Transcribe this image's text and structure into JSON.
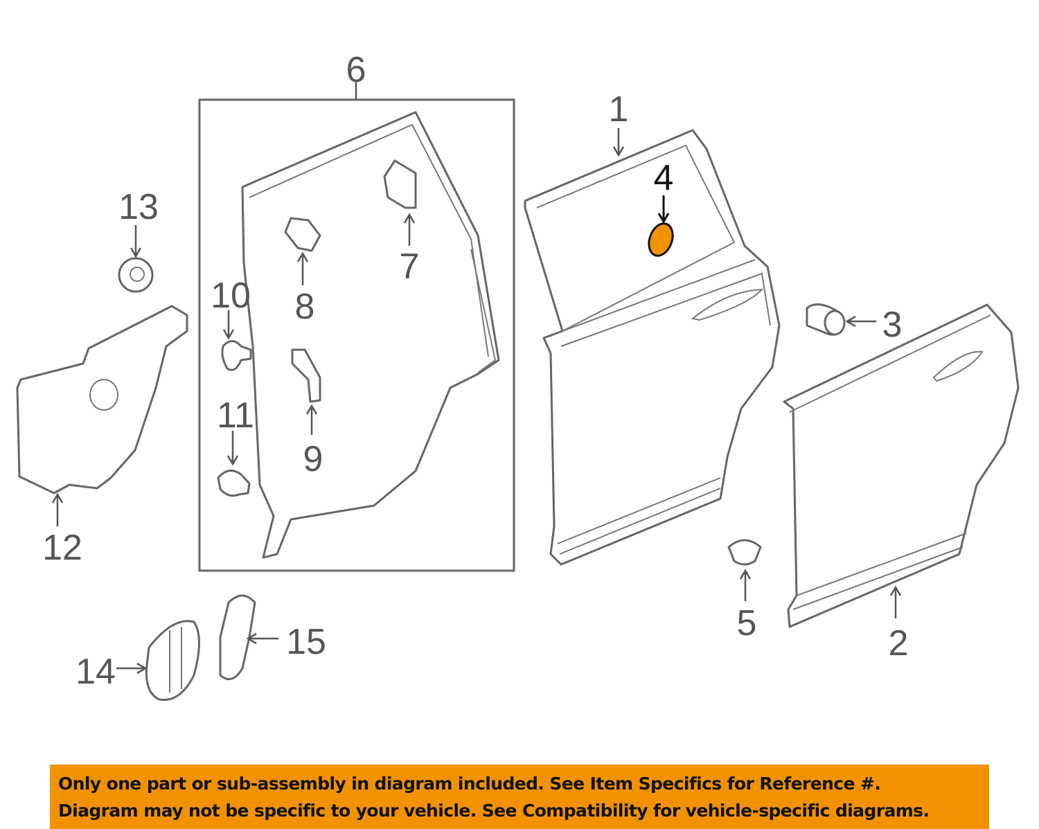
{
  "diagram": {
    "callouts": {
      "c1": "1",
      "c2": "2",
      "c3": "3",
      "c4": "4",
      "c5": "5",
      "c6": "6",
      "c7": "7",
      "c8": "8",
      "c9": "9",
      "c10": "10",
      "c11": "11",
      "c12": "12",
      "c13": "13",
      "c14": "14",
      "c15": "15"
    },
    "highlight_color": "#f39200",
    "highlighted_part": "4"
  },
  "banner": {
    "line1": "Only one part or sub-assembly in diagram included. See Item Specifics for Reference #.",
    "line2": "Diagram may not be specific to your vehicle. See Compatibility for vehicle-specific diagrams."
  }
}
